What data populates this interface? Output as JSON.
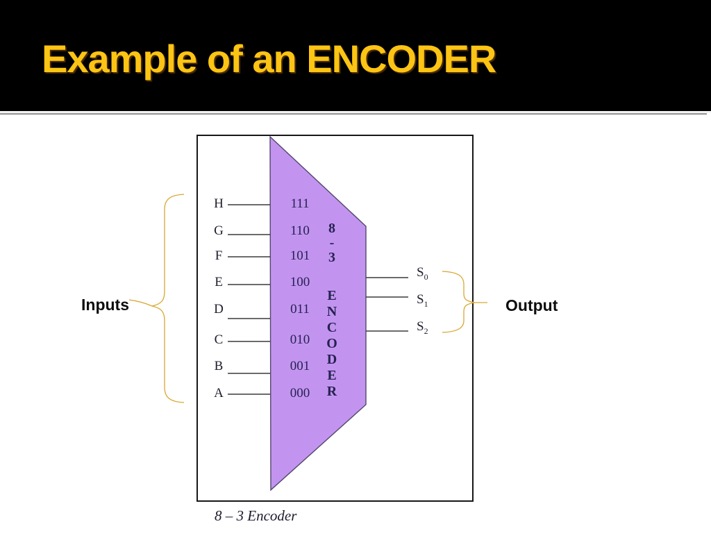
{
  "header": {
    "title": "Example of an ENCODER"
  },
  "diagram": {
    "inputs_brace_label": "Inputs",
    "outputs_brace_label": "Output",
    "caption": "8 – 3 Encoder",
    "encoder_vertical_label": {
      "top": [
        "8",
        "-",
        "3"
      ],
      "bottom": [
        "E",
        "N",
        "C",
        "O",
        "D",
        "E",
        "R"
      ]
    },
    "inputs": [
      {
        "name": "H",
        "code": "111"
      },
      {
        "name": "G",
        "code": "110"
      },
      {
        "name": "F",
        "code": "101"
      },
      {
        "name": "E",
        "code": "100"
      },
      {
        "name": "D",
        "code": "011"
      },
      {
        "name": "C",
        "code": "010"
      },
      {
        "name": "B",
        "code": "001"
      },
      {
        "name": "A",
        "code": "000"
      }
    ],
    "outputs": [
      {
        "base": "S",
        "sub": "0"
      },
      {
        "base": "S",
        "sub": "1"
      },
      {
        "base": "S",
        "sub": "2"
      }
    ]
  },
  "colors": {
    "header_bg": "#000000",
    "title": "#fcc414",
    "encoder_fill": "#c294f0",
    "encoder_stroke": "#52466b",
    "brace": "#d9a62e",
    "wire": "#3a3a3a",
    "ink": "#1f1f2e",
    "code_ink": "#262150"
  }
}
